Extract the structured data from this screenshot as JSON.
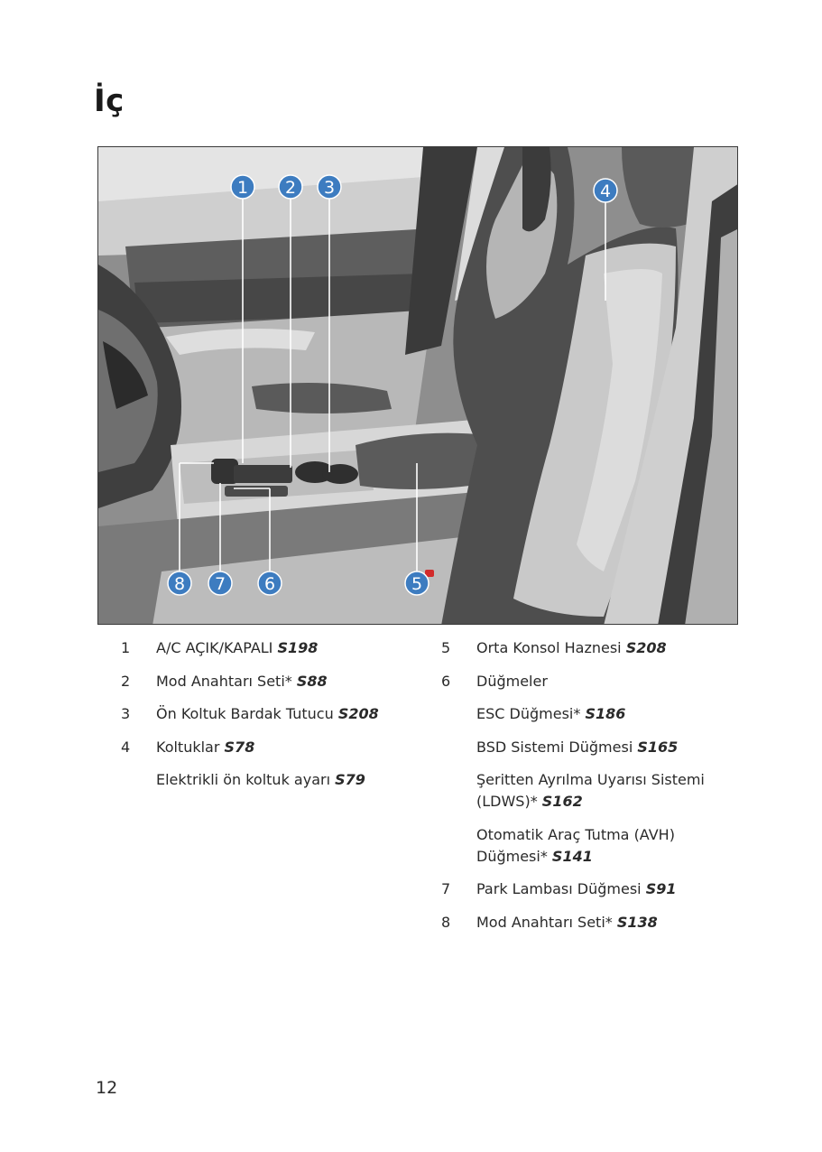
{
  "page": {
    "title": "İç",
    "page_number": "12"
  },
  "figure": {
    "callouts": [
      "1",
      "2",
      "3",
      "4",
      "5",
      "6",
      "7",
      "8"
    ],
    "callout_color": "#3d7cc0",
    "leader_color": "#ffffff"
  },
  "left_list": [
    {
      "num": "1",
      "label": "A/C AÇIK/KAPALI",
      "ref": "S198"
    },
    {
      "num": "2",
      "label": "Mod Anahtarı Seti*",
      "ref": "S88"
    },
    {
      "num": "3",
      "label": "Ön Koltuk Bardak Tutucu",
      "ref": "S208"
    },
    {
      "num": "4",
      "label": "Koltuklar",
      "ref": "S78"
    },
    {
      "num": "",
      "label": "Elektrikli ön koltuk ayarı",
      "ref": "S79"
    }
  ],
  "right_list": [
    {
      "num": "5",
      "label": "Orta Konsol Haznesi",
      "ref": "S208"
    },
    {
      "num": "6",
      "label": "Düğmeler",
      "ref": ""
    },
    {
      "num": "",
      "label": "ESC Düğmesi*",
      "ref": "S186"
    },
    {
      "num": "",
      "label": "BSD Sistemi Düğmesi",
      "ref": "S165"
    },
    {
      "num": "",
      "label": "Şeritten Ayrılma Uyarısı Sistemi (LDWS)*",
      "ref": "S162"
    },
    {
      "num": "",
      "label": "Otomatik Araç Tutma (AVH) Düğmesi*",
      "ref": "S141"
    },
    {
      "num": "7",
      "label": "Park Lambası Düğmesi",
      "ref": "S91"
    },
    {
      "num": "8",
      "label": "Mod Anahtarı Seti*",
      "ref": "S138"
    }
  ]
}
